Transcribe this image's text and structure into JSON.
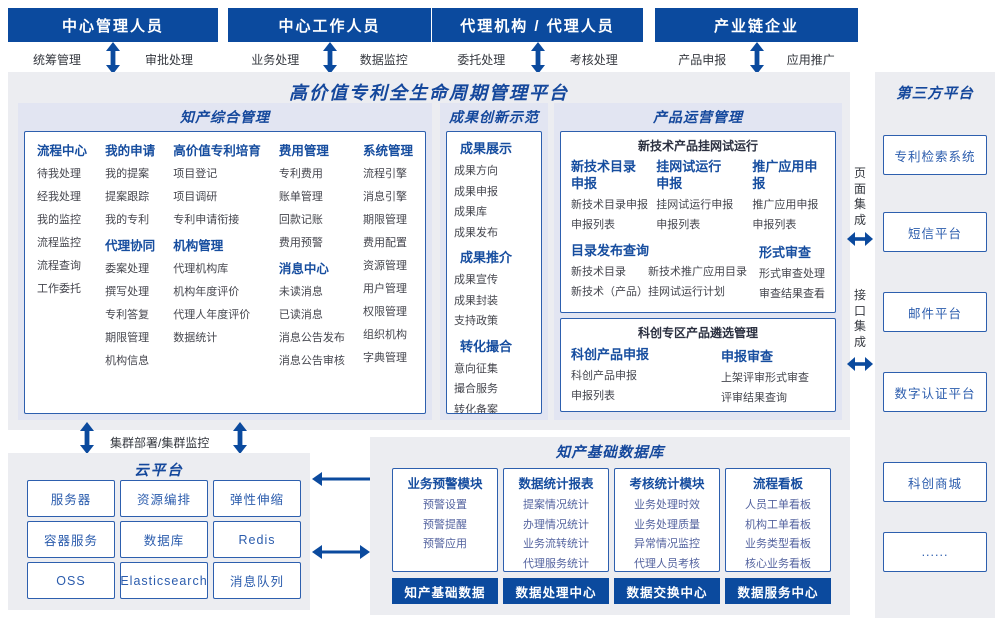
{
  "colors": {
    "primary_blue": "#0b4a9e",
    "heading_blue": "#164d9f",
    "panel_gray": "#ecedf1",
    "section_lavender": "#e2e5f2"
  },
  "top_roles": [
    {
      "title": "中心管理人员",
      "left": "统筹管理",
      "right": "审批处理"
    },
    {
      "title": "中心工作人员",
      "left": "业务处理",
      "right": "数据监控"
    },
    {
      "title": "代理机构 / 代理人员",
      "left": "委托处理",
      "right": "考核处理"
    },
    {
      "title": "产业链企业",
      "left": "产品申报",
      "right": "应用推广"
    }
  ],
  "platform": {
    "title": "高价值专利全生命周期管理平台",
    "ip_mgmt": {
      "title": "知产综合管理",
      "columns": [
        {
          "groups": [
            {
              "title": "流程中心",
              "items": [
                "待我处理",
                "经我处理",
                "我的监控",
                "流程监控",
                "流程查询",
                "工作委托"
              ]
            }
          ]
        },
        {
          "groups": [
            {
              "title": "我的申请",
              "items": [
                "我的提案",
                "提案跟踪",
                "我的专利"
              ]
            },
            {
              "title": "代理协同",
              "items": [
                "委案处理",
                "撰写处理",
                "专利答复",
                "期限管理",
                "机构信息"
              ]
            }
          ]
        },
        {
          "groups": [
            {
              "title": "高价值专利培育",
              "items": [
                "项目登记",
                "项目调研",
                "专利申请衔接"
              ]
            },
            {
              "title": "机构管理",
              "items": [
                "代理机构库",
                "机构年度评价",
                "代理人年度评价",
                "数据统计"
              ]
            }
          ]
        },
        {
          "groups": [
            {
              "title": "费用管理",
              "items": [
                "专利费用",
                "账单管理",
                "回款记账",
                "费用预警"
              ]
            },
            {
              "title": "消息中心",
              "items": [
                "未读消息",
                "已读消息",
                "消息公告发布",
                "消息公告审核"
              ]
            }
          ]
        },
        {
          "groups": [
            {
              "title": "系统管理",
              "items": [
                "流程引擎",
                "消息引擎",
                "期限管理",
                "费用配置",
                "资源管理",
                "用户管理",
                "权限管理",
                "组织机构",
                "字典管理"
              ]
            }
          ]
        }
      ]
    },
    "achievement": {
      "title": "成果创新示范",
      "groups": [
        {
          "title": "成果展示",
          "items": [
            "成果方向",
            "成果申报",
            "成果库",
            "成果发布"
          ]
        },
        {
          "title": "成果推介",
          "items": [
            "成果宣传",
            "成果封装",
            "支持政策"
          ]
        },
        {
          "title": "转化撮合",
          "items": [
            "意向征集",
            "撮合服务",
            "转化备案"
          ]
        }
      ]
    },
    "product_ops": {
      "title": "产品运营管理",
      "box1": {
        "title": "新技术产品挂网试运行",
        "top_groups": [
          {
            "title": "新技术目录申报",
            "items": [
              "新技术目录申报",
              "申报列表"
            ]
          },
          {
            "title": "挂网试运行申报",
            "items": [
              "挂网试运行申报",
              "申报列表"
            ]
          },
          {
            "title": "推广应用申报",
            "items": [
              "推广应用申报",
              "申报列表"
            ]
          }
        ],
        "bottom_groups": [
          {
            "title": "目录发布查询",
            "items": [
              "新技术目录",
              "新技术推广应用目录",
              "新技术（产品）挂网试运行计划"
            ]
          },
          {
            "title": "形式审查",
            "items": [
              "形式审查处理",
              "审查结果查看"
            ]
          }
        ]
      },
      "box2": {
        "title": "科创专区产品遴选管理",
        "groups": [
          {
            "title": "科创产品申报",
            "items": [
              "科创产品申报",
              "申报列表"
            ]
          },
          {
            "title": "申报审查",
            "items": [
              "上架评审形式审查",
              "评审结果查询"
            ]
          }
        ]
      }
    }
  },
  "integration": {
    "page": "页面集成",
    "api": "接口集成"
  },
  "third_party": {
    "title": "第三方平台",
    "items": [
      "专利检索系统",
      "短信平台",
      "邮件平台",
      "数字认证平台",
      "科创商城",
      "......"
    ]
  },
  "cluster_label": "集群部署/集群监控",
  "cloud": {
    "title": "云平台",
    "items": [
      "服务器",
      "资源编排",
      "弹性伸缩",
      "容器服务",
      "数据库",
      "Redis",
      "OSS",
      "Elasticsearch",
      "消息队列"
    ]
  },
  "ip_database": {
    "title": "知产基础数据库",
    "modules": [
      {
        "title": "业务预警模块",
        "items": [
          "预警设置",
          "预警提醒",
          "预警应用"
        ]
      },
      {
        "title": "数据统计报表",
        "items": [
          "提案情况统计",
          "办理情况统计",
          "业务流转统计",
          "代理服务统计"
        ]
      },
      {
        "title": "考核统计模块",
        "items": [
          "业务处理时效",
          "业务处理质量",
          "异常情况监控",
          "代理人员考核"
        ]
      },
      {
        "title": "流程看板",
        "items": [
          "人员工单看板",
          "机构工单看板",
          "业务类型看板",
          "核心业务看板"
        ]
      }
    ],
    "centers": [
      "知产基础数据",
      "数据处理中心",
      "数据交换中心",
      "数据服务中心"
    ]
  }
}
